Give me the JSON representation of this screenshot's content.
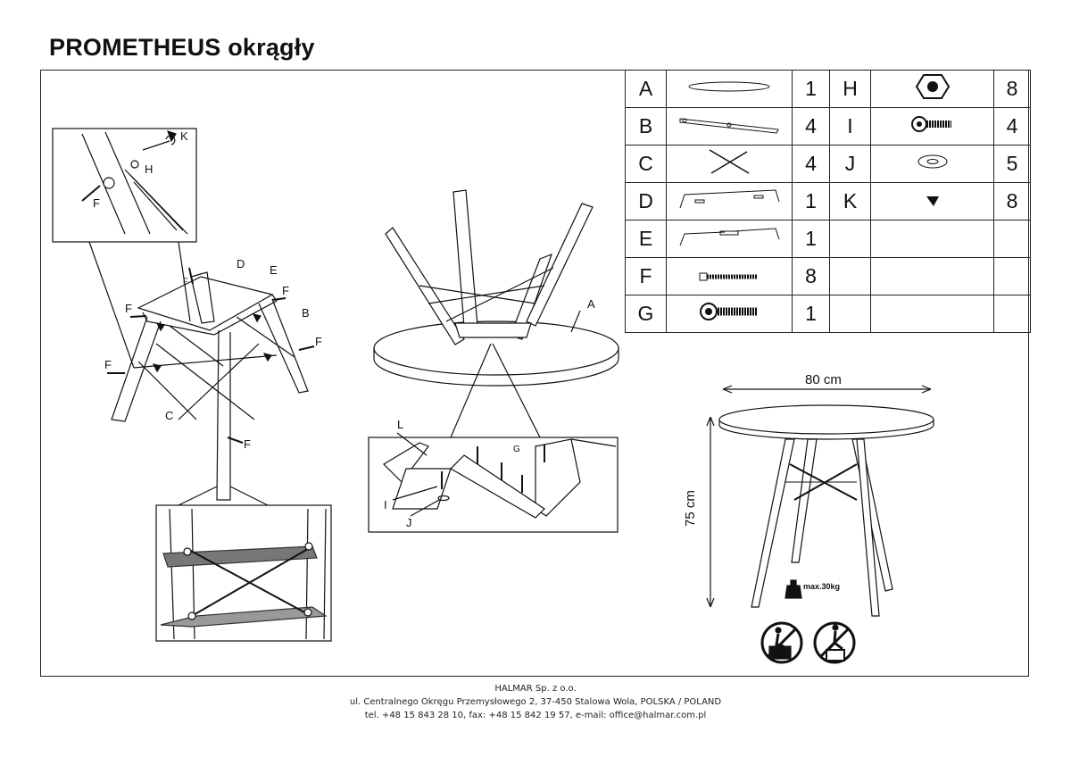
{
  "title": "PROMETHEUS okrągły",
  "parts": [
    {
      "left_letter": "A",
      "left_qty": "1",
      "left_icon": "tabletop-icon",
      "right_letter": "H",
      "right_qty": "8",
      "right_icon": "hex-nut-icon"
    },
    {
      "left_letter": "B",
      "left_qty": "4",
      "left_icon": "leg-icon",
      "right_letter": "I",
      "right_qty": "4",
      "right_icon": "bolt-icon"
    },
    {
      "left_letter": "C",
      "left_qty": "4",
      "left_icon": "cross-brace-icon",
      "right_letter": "J",
      "right_qty": "5",
      "right_icon": "washer-icon"
    },
    {
      "left_letter": "D",
      "left_qty": "1",
      "left_icon": "bracket-icon",
      "right_letter": "K",
      "right_qty": "8",
      "right_icon": "cap-icon"
    },
    {
      "left_letter": "E",
      "left_qty": "1",
      "left_icon": "split-bracket-icon",
      "right_letter": "",
      "right_qty": "",
      "right_icon": ""
    },
    {
      "left_letter": "F",
      "left_qty": "8",
      "left_icon": "screw-icon",
      "right_letter": "",
      "right_qty": "",
      "right_icon": ""
    },
    {
      "left_letter": "G",
      "left_qty": "1",
      "left_icon": "large-bolt-icon",
      "right_letter": "",
      "right_qty": "",
      "right_icon": ""
    }
  ],
  "callouts": {
    "detail": {
      "k": "K",
      "h": "H",
      "f": "F"
    },
    "frame": {
      "d": "D",
      "e": "E",
      "f1": "F",
      "f2": "F",
      "f3": "F",
      "f4": "F",
      "f5": "F",
      "f6": "F",
      "b": "B",
      "c": "C"
    },
    "top": {
      "a": "A"
    },
    "zoom": {
      "l": "L",
      "g": "G",
      "i": "I",
      "j": "J"
    }
  },
  "dimensions": {
    "width": "80 cm",
    "height": "75 cm",
    "max_load": "max.30kg"
  },
  "footer": {
    "company": "HALMAR Sp. z o.o.",
    "address": "ul. Centralnego Okręgu Przemysłowego 2, 37-450 Stalowa Wola, POLSKA / POLAND",
    "contact": "tel. +48 15 843 28 10, fax: +48 15 842 19 57, e-mail: office@halmar.com.pl"
  }
}
